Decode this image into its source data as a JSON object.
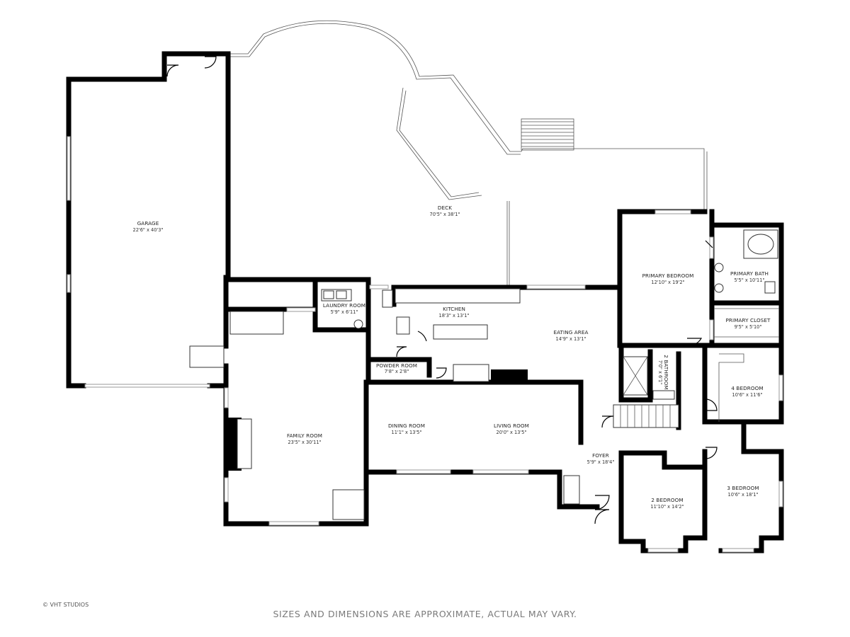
{
  "floorplan": {
    "rooms": [
      {
        "id": "garage",
        "name": "GARAGE",
        "dims": "22'6\" x 40'3\""
      },
      {
        "id": "deck",
        "name": "DECK",
        "dims": "70'5\" x 38'1\""
      },
      {
        "id": "laundry",
        "name": "LAUNDRY ROOM",
        "dims": "5'9\" x 6'11\""
      },
      {
        "id": "kitchen",
        "name": "KITCHEN",
        "dims": "18'3\" x 13'1\""
      },
      {
        "id": "eating",
        "name": "EATING AREA",
        "dims": "14'9\" x 13'1\""
      },
      {
        "id": "primary-bedroom",
        "name": "PRIMARY BEDROOM",
        "dims": "12'10\" x 19'2\""
      },
      {
        "id": "primary-bath",
        "name": "PRIMARY BATH",
        "dims": "5'5\" x 10'11\""
      },
      {
        "id": "primary-closet",
        "name": "PRIMARY CLOSET",
        "dims": "9'5\" x 5'10\""
      },
      {
        "id": "powder",
        "name": "POWDER ROOM",
        "dims": "7'8\" x 2'8\""
      },
      {
        "id": "bath2",
        "name": "2 BATHROOM",
        "dims": "7'0\" x 6'1\""
      },
      {
        "id": "bed4",
        "name": "4 BEDROOM",
        "dims": "10'6\" x 11'6\""
      },
      {
        "id": "family",
        "name": "FAMILY ROOM",
        "dims": "23'5\" x 30'11\""
      },
      {
        "id": "dining",
        "name": "DINING ROOM",
        "dims": "11'1\" x 13'5\""
      },
      {
        "id": "living",
        "name": "LIVING ROOM",
        "dims": "20'0\" x 13'5\""
      },
      {
        "id": "foyer",
        "name": "FOYER",
        "dims": "5'9\" x 18'4\""
      },
      {
        "id": "bed2",
        "name": "2 BEDROOM",
        "dims": "11'10\" x 14'2\""
      },
      {
        "id": "bed3",
        "name": "3 BEDROOM",
        "dims": "10'6\" x 18'1\""
      }
    ]
  },
  "footer": {
    "copyright": "© VHT STUDIOS",
    "disclaimer": "SIZES AND DIMENSIONS ARE APPROXIMATE, ACTUAL MAY VARY."
  }
}
